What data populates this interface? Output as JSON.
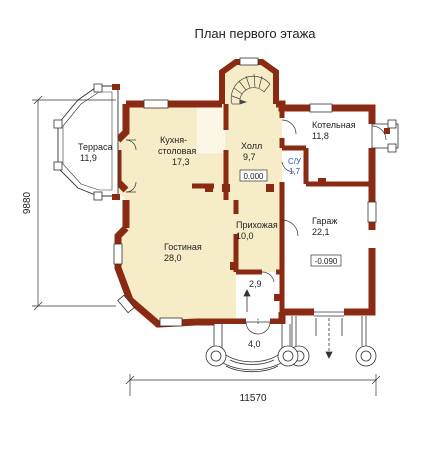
{
  "title": "План первого этажа",
  "dimensions": {
    "width": "11570",
    "height": "9880"
  },
  "rooms": {
    "terrace": {
      "name": "Терраса",
      "area": "11,9"
    },
    "kitchen": {
      "name_line1": "Кухня-",
      "name_line2": "столовая",
      "area": "17,3"
    },
    "hall": {
      "name": "Холл",
      "area": "9,7"
    },
    "boiler": {
      "name": "Котельная",
      "area": "11,8"
    },
    "wc": {
      "name": "С/У",
      "area": "1,7"
    },
    "hallway": {
      "name": "Прихожая",
      "area": "10,0"
    },
    "living": {
      "name": "Гостиная",
      "area": "28,0"
    },
    "garage": {
      "name": "Гараж",
      "area": "22,1"
    },
    "vestibule": {
      "area": "2,9"
    },
    "porch": {
      "area": "4,0"
    }
  },
  "levels": {
    "main": "0.000",
    "garage": "-0.090"
  },
  "colors": {
    "wall": "#8b2a12",
    "cream": "#f6ecc8",
    "white": "#ffffff",
    "line": "#333333",
    "wc_text": "#2a55b8"
  }
}
